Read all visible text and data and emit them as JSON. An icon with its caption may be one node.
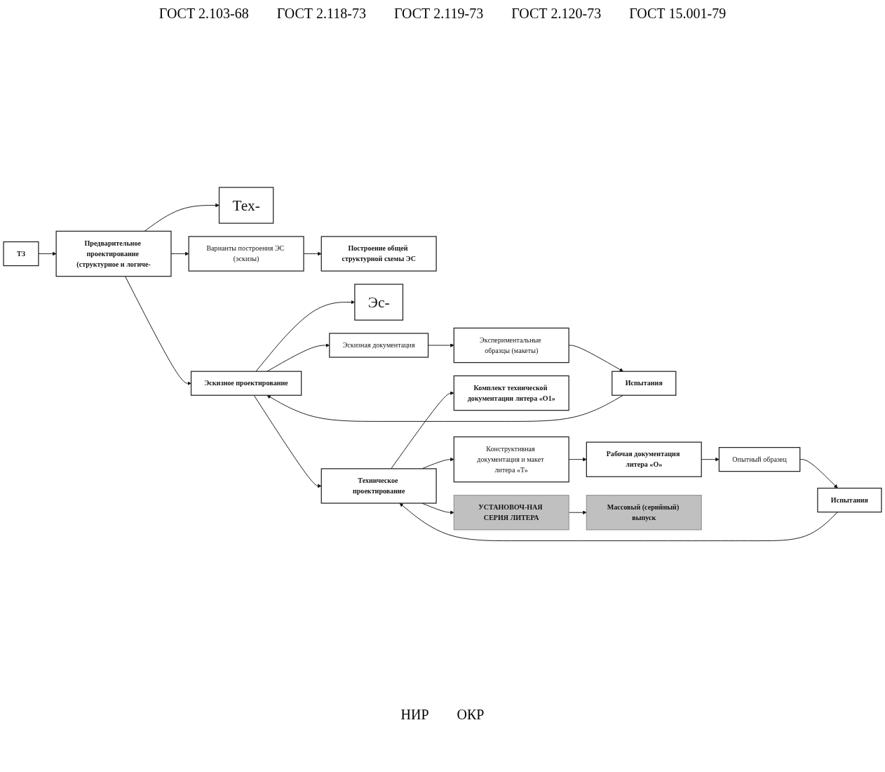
{
  "diagram": {
    "nodes": [
      {
        "text": [
          "ТЗ"
        ]
      },
      {
        "text": [
          "Предварительное проектирование (структурное и логиче-"
        ]
      },
      {
        "text": [
          "Тех-"
        ]
      },
      {
        "text": [
          "Варианты построения ЭС (эскизы)"
        ]
      },
      {
        "text": [
          "Построение общей структурной схемы ЭС"
        ]
      },
      {
        "text": [
          "Эскизное проектирование"
        ]
      },
      {
        "text": [
          "Эс-"
        ]
      },
      {
        "text": [
          "Эскизная документация"
        ]
      },
      {
        "text": [
          "Экспериментальные образцы (макеты)"
        ]
      },
      {
        "text": [
          "Испытания"
        ]
      },
      {
        "text": [
          "Техническое проектирование"
        ]
      },
      {
        "text": [
          "Комплект технической документации литера «О1»"
        ]
      },
      {
        "text": [
          "Конструктивная документация и макет литера «Т»"
        ]
      },
      {
        "text": [
          "Рабочая документация литера «О»"
        ]
      },
      {
        "text": [
          "Опытный образец"
        ]
      },
      {
        "text": [
          "Испытания"
        ]
      },
      {
        "text": [
          "УСТАНОВОЧ-НАЯ СЕРИЯ ЛИТЕРА"
        ]
      },
      {
        "text": [
          "Массовый (серийный) выпуск"
        ]
      }
    ],
    "edges": [
      {
        "from": 0,
        "to": 1,
        "arrow": "to"
      },
      {
        "from": 1,
        "to": 2,
        "arrow": "to"
      },
      {
        "from": 1,
        "to": 3,
        "arrow": "to"
      },
      {
        "from": 3,
        "to": 4,
        "arrow": "to"
      },
      {
        "from": 1,
        "to": 5,
        "arrow": "to"
      },
      {
        "from": 5,
        "to": 6,
        "arrow": "to"
      },
      {
        "from": 5,
        "to": 7,
        "arrow": "to"
      },
      {
        "from": 7,
        "to": 8,
        "arrow": "to"
      },
      {
        "from": 8,
        "to": 9,
        "arrow": "to"
      },
      {
        "from": 9,
        "to": 5,
        "arrow": "to"
      },
      {
        "from": 5,
        "to": 10,
        "arrow": "to"
      },
      {
        "from": 10,
        "to": 11,
        "arrow": "to"
      },
      {
        "from": 10,
        "to": 12,
        "arrow": "to"
      },
      {
        "from": 12,
        "to": 13,
        "arrow": "to"
      },
      {
        "from": 13,
        "to": 14,
        "arrow": "to"
      },
      {
        "from": 14,
        "to": 15,
        "arrow": "to"
      },
      {
        "from": 15,
        "to": 10,
        "arrow": "to"
      },
      {
        "from": 10,
        "to": 16,
        "arrow": "to"
      },
      {
        "from": 16,
        "to": 17,
        "arrow": "to"
      }
    ],
    "labels": [
      "ГОСТ 2.103-68",
      "ГОСТ 2.118-73",
      "ГОСТ 2.119-73",
      "ГОСТ 2.120-73",
      "ГОСТ 15.001-79",
      "НИР",
      "ОКР"
    ]
  }
}
